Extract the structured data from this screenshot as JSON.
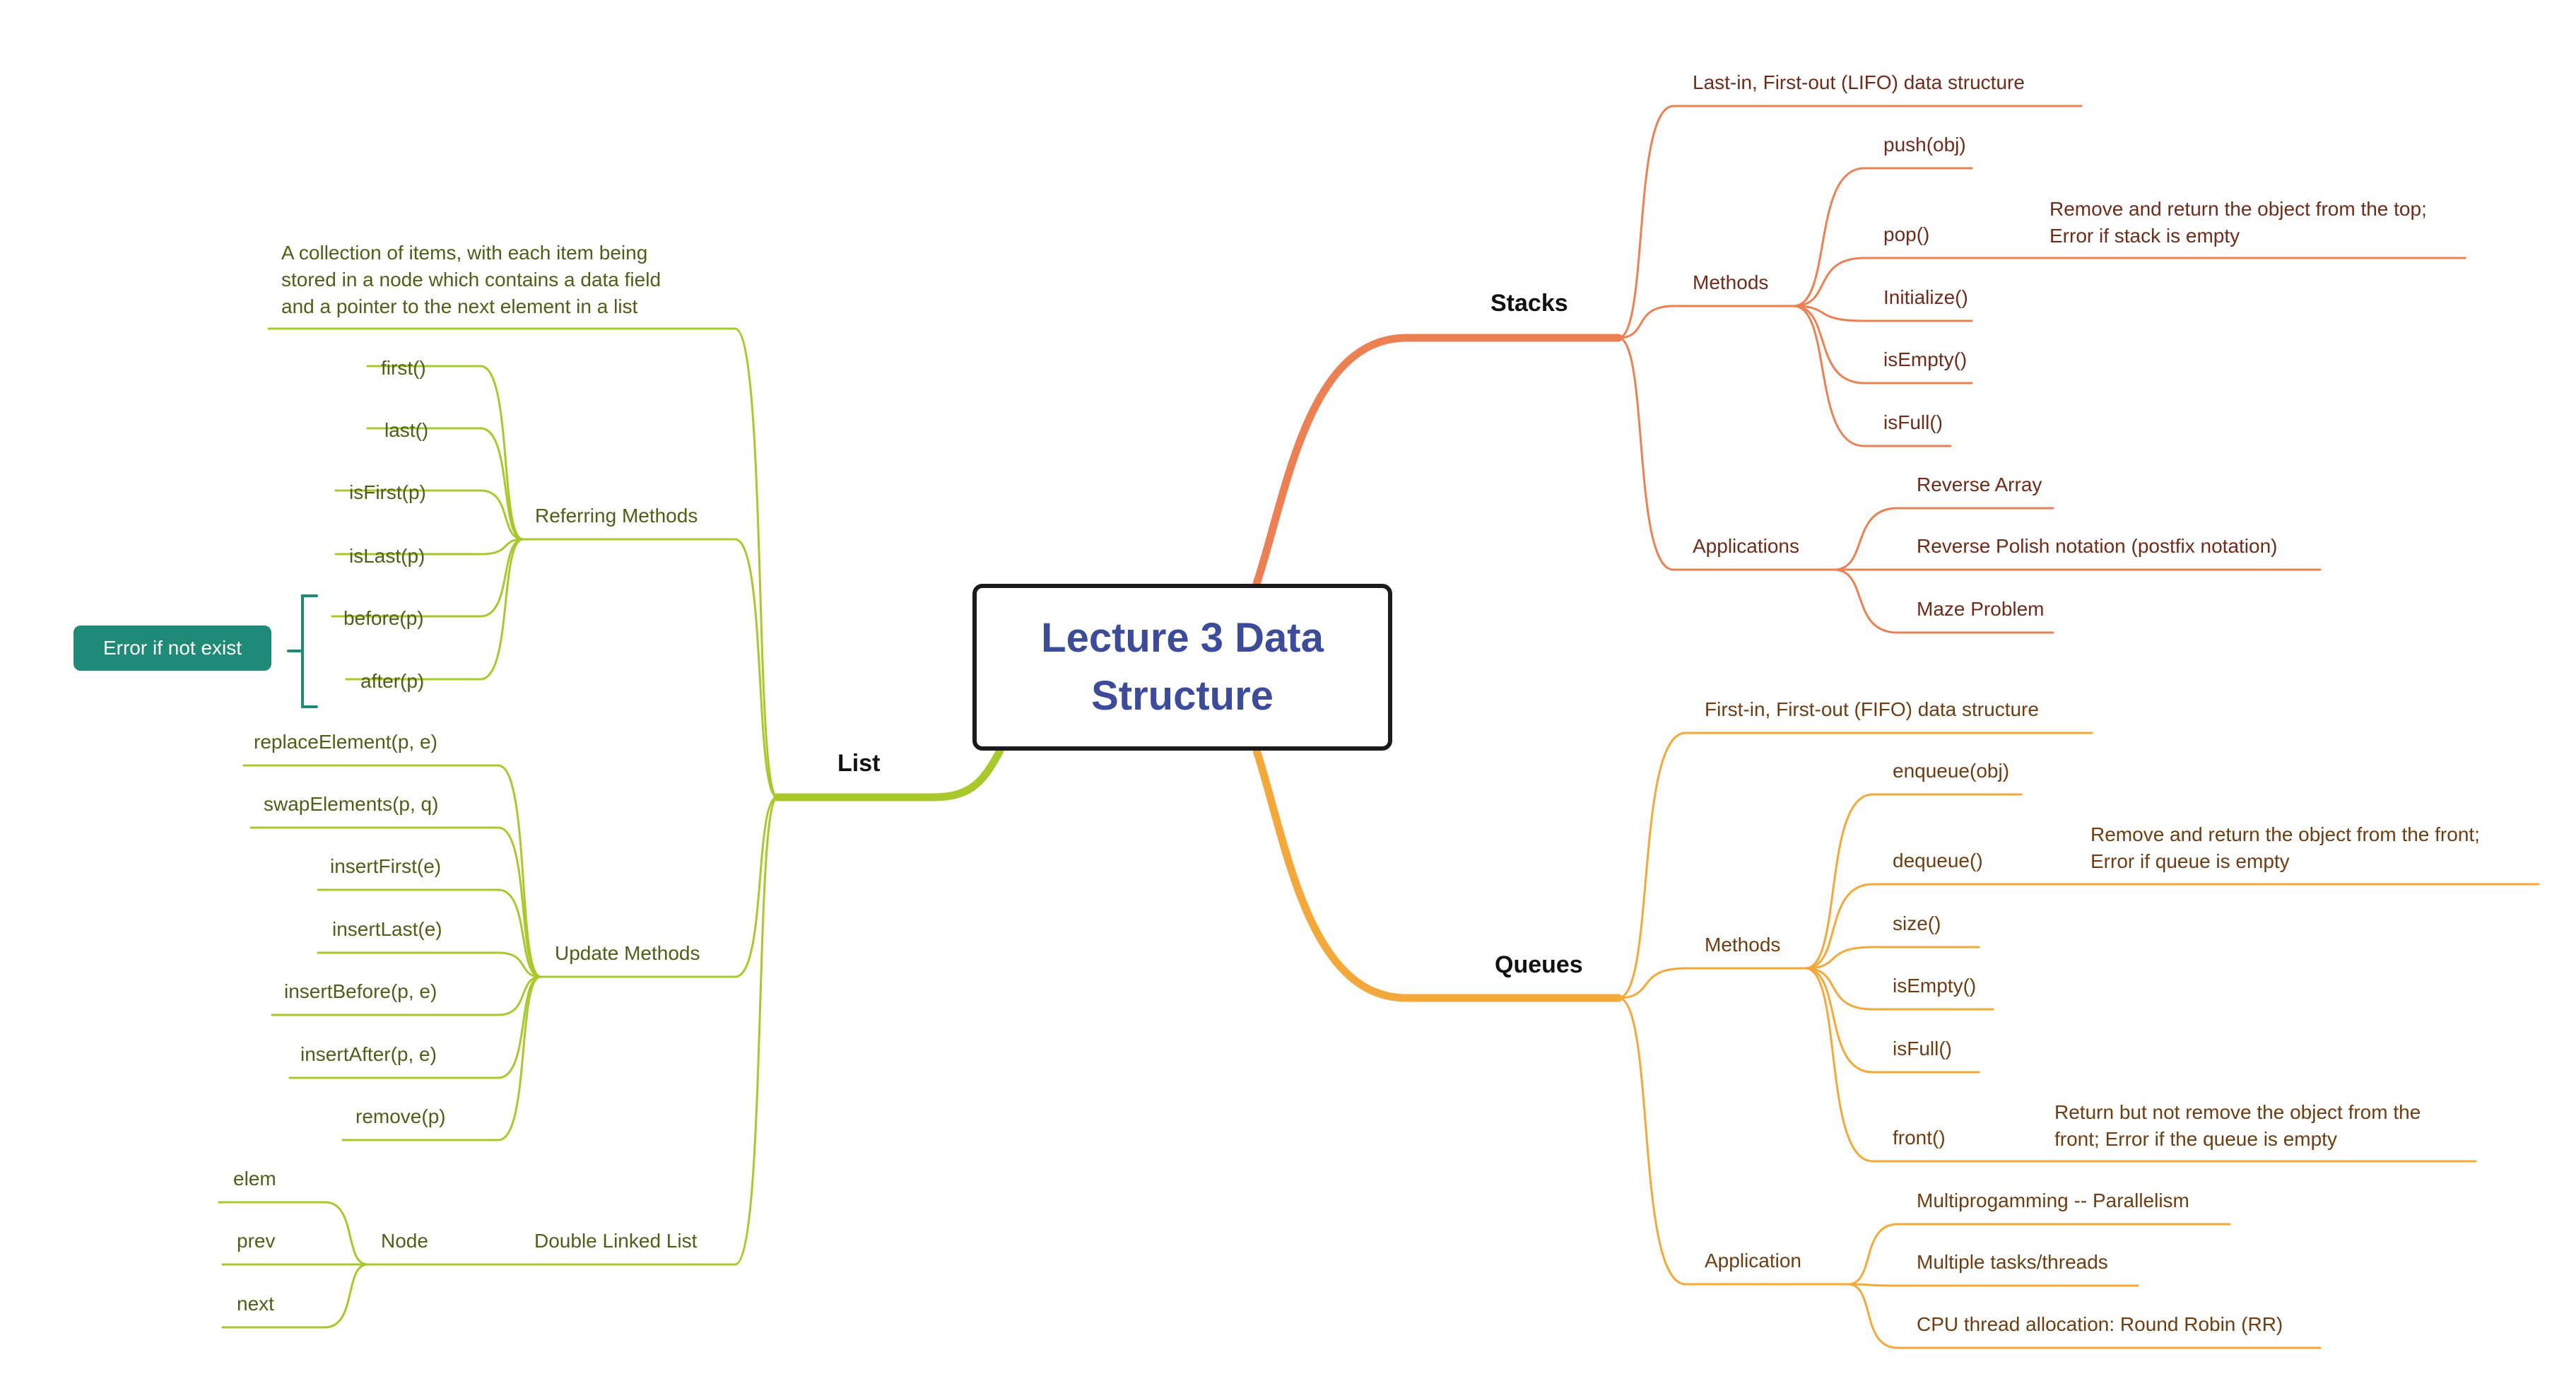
{
  "central": {
    "title": "Lecture 3 Data Structure"
  },
  "colors": {
    "stacks": "#ec8052",
    "queues": "#f5a83a",
    "list": "#a9c82b",
    "callout": "#1f8a78",
    "title": "#3c4b9a"
  },
  "callout": {
    "text": "Error if not exist"
  },
  "stacks": {
    "label": "Stacks",
    "definition": "Last-in, First-out (LIFO) data structure",
    "methods": {
      "label": "Methods",
      "items": [
        "push(obj)",
        "pop()",
        "Initialize()",
        "isEmpty()",
        "isFull()"
      ],
      "pop_note": "Remove and return the object from the top;\nError if stack is empty"
    },
    "applications": {
      "label": "Applications",
      "items": [
        "Reverse Array",
        "Reverse Polish notation (postfix notation)",
        "Maze Problem"
      ]
    }
  },
  "queues": {
    "label": "Queues",
    "definition": "First-in, First-out (FIFO) data structure",
    "methods": {
      "label": "Methods",
      "items": [
        "enqueue(obj)",
        "dequeue()",
        "size()",
        "isEmpty()",
        "isFull()",
        "front()"
      ],
      "dequeue_note": "Remove and return the object from the front;\nError if queue is empty",
      "front_note": "Return but not remove the object from the\nfront; Error if the queue is empty"
    },
    "application": {
      "label": "Application",
      "items": [
        "Multiprogamming -- Parallelism",
        "Multiple tasks/threads",
        "CPU thread allocation: Round Robin (RR)"
      ]
    }
  },
  "list": {
    "label": "List",
    "definition": "A collection of items, with each item being\nstored in a node which contains a data field\nand a pointer to the next element in a list",
    "referring": {
      "label": "Referring Methods",
      "items": [
        "first()",
        "last()",
        "isFirst(p)",
        "isLast(p)",
        "before(p)",
        "after(p)"
      ]
    },
    "update": {
      "label": "Update Methods",
      "items": [
        "replaceElement(p, e)",
        "swapElements(p, q)",
        "insertFirst(e)",
        "insertLast(e)",
        "insertBefore(p, e)",
        "insertAfter(p, e)",
        "remove(p)"
      ]
    },
    "dll": {
      "label": "Double Linked List",
      "node": {
        "label": "Node",
        "items": [
          "elem",
          "prev",
          "next"
        ]
      }
    }
  }
}
